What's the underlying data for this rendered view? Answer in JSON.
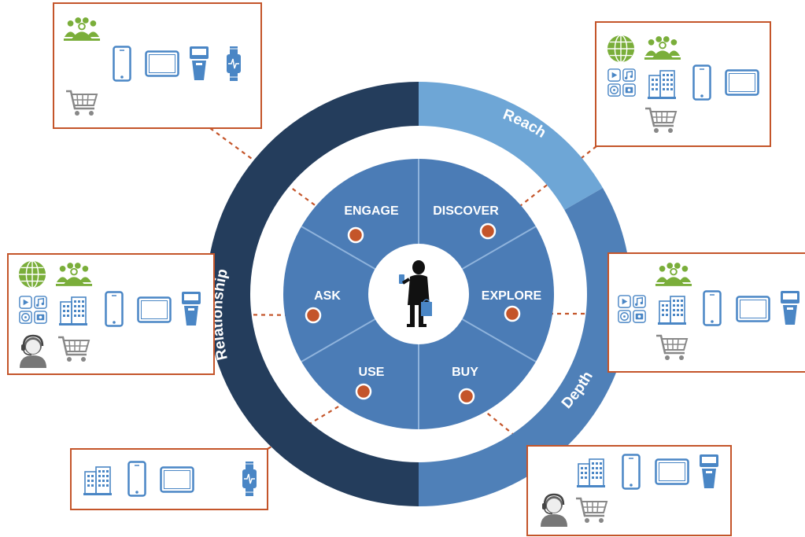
{
  "ring": {
    "reach_label": "Reach",
    "depth_label": "Depth",
    "relationship_label": "Relationship"
  },
  "stages": {
    "engage": "ENGAGE",
    "discover": "DISCOVER",
    "ask": "ASK",
    "explore": "EXPLORE",
    "use": "USE",
    "buy": "BUY"
  },
  "colors": {
    "relationship": "#243D5C",
    "reach": "#6EA6D6",
    "depth": "#4F80B8",
    "inner": "#4B7CB6",
    "connector": "#C4552A",
    "icon_blue": "#4A86C5",
    "icon_green": "#7AAE3A",
    "icon_gray": "#888888"
  },
  "boxes": {
    "engage": {
      "icons": [
        "community-icon",
        "smartphone-icon",
        "tablet-icon",
        "kiosk-icon",
        "smartwatch-icon",
        "shopping-cart-icon"
      ]
    },
    "discover": {
      "icons": [
        "globe-icon",
        "community-icon",
        "media-apps-icon",
        "store-building-icon",
        "smartphone-icon",
        "tablet-icon",
        "shopping-cart-icon"
      ]
    },
    "ask": {
      "icons": [
        "globe-icon",
        "community-icon",
        "media-apps-icon",
        "store-building-icon",
        "smartphone-icon",
        "tablet-icon",
        "kiosk-icon",
        "support-agent-icon",
        "shopping-cart-icon"
      ]
    },
    "explore": {
      "icons": [
        "community-icon",
        "media-apps-icon",
        "store-building-icon",
        "smartphone-icon",
        "tablet-icon",
        "kiosk-icon",
        "shopping-cart-icon"
      ]
    },
    "use": {
      "icons": [
        "store-building-icon",
        "smartphone-icon",
        "tablet-icon",
        "smartwatch-icon"
      ]
    },
    "buy": {
      "icons": [
        "store-building-icon",
        "smartphone-icon",
        "tablet-icon",
        "kiosk-icon",
        "support-agent-icon",
        "shopping-cart-icon"
      ]
    }
  }
}
